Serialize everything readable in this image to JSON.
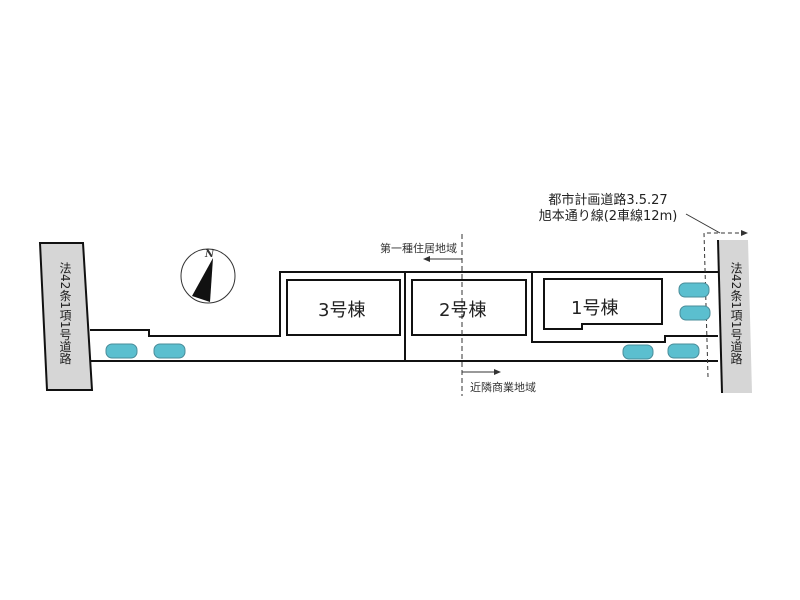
{
  "roads": {
    "left": "法42条1項1号道路",
    "right": "法42条1項1号道路",
    "city_road_line1": "都市計画道路3.5.27",
    "city_road_line2": "旭本通り線(2車線12m)"
  },
  "zones": {
    "left_zone": "第一種住居地域",
    "right_zone": "近隣商業地域"
  },
  "buildings": [
    "3号棟",
    "2号棟",
    "1号棟"
  ],
  "compass": {
    "label": "N"
  },
  "colors": {
    "road": "#d6d6d6",
    "car": "#5bbfcf",
    "line": "#111111"
  }
}
